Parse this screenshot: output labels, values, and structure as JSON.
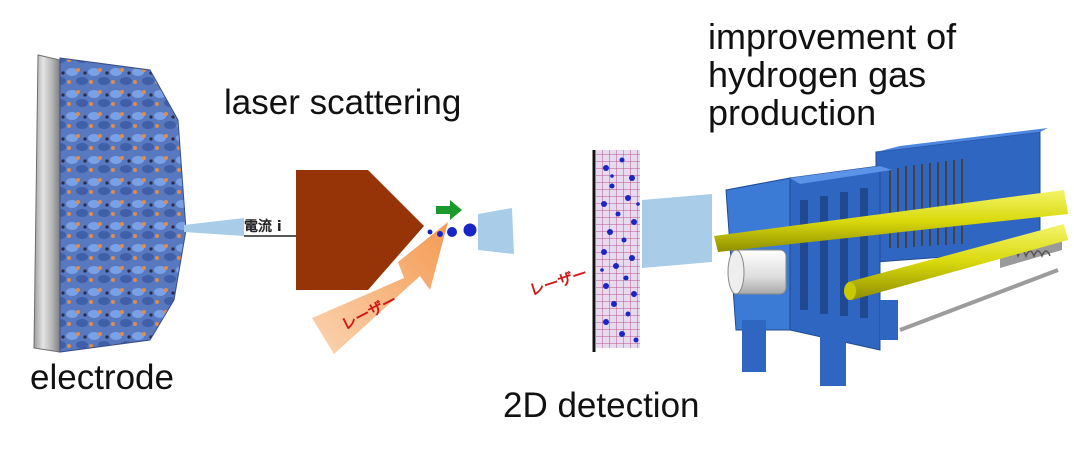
{
  "labels": {
    "laser_scattering": "laser scattering",
    "electrode": "electrode",
    "detection_2d": "2D detection",
    "improvement": [
      "improvement of",
      "hydrogen gas",
      "production"
    ]
  },
  "japanese": {
    "current": "電流 i",
    "laser_on_arrow": "レーザー",
    "laser_near_screen": "レーザー"
  },
  "colors": {
    "laser_body": "#973407",
    "laser_beam": "#f7a868",
    "beam_light": "#a9cde8",
    "bubble": "#1a25c8",
    "green_arrow": "#1a9a2a",
    "electrolyzer": "#3b7bd6",
    "rod": "#e0e010"
  },
  "icons": [
    "electrode-image",
    "laser-source",
    "bubble-particles",
    "detector-screen",
    "electrolyzer-image"
  ]
}
